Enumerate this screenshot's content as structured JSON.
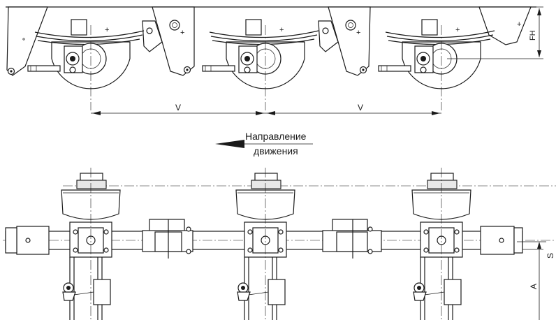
{
  "labels": {
    "spacing_1": "V",
    "spacing_2": "V",
    "frame_height": "FH",
    "direction_line1": "Направление",
    "direction_line2": "движения",
    "dim_a": "A",
    "dim_s": "S"
  },
  "colors": {
    "line": "#1a1a1a",
    "background": "#ffffff",
    "fill_light": "#e8e8e8"
  },
  "icons": {
    "direction_arrow": "arrow-left-icon"
  },
  "axles": [
    "axle-1",
    "axle-2",
    "axle-3"
  ]
}
